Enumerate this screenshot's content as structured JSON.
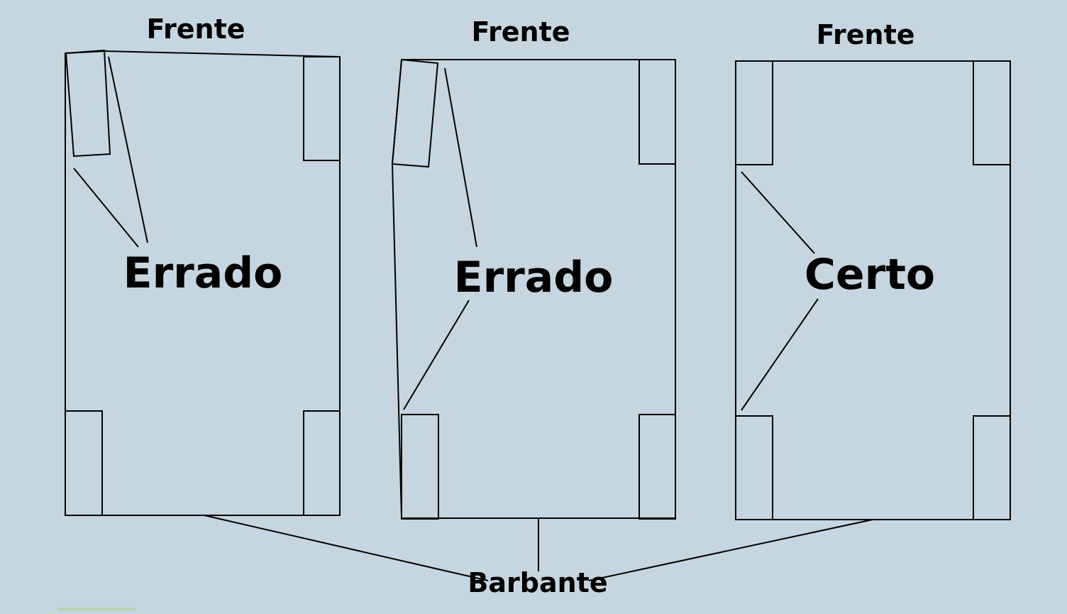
{
  "diagram": {
    "panels": [
      {
        "front_label": "Frente",
        "verdict": "Errado"
      },
      {
        "front_label": "Frente",
        "verdict": "Errado"
      },
      {
        "front_label": "Frente",
        "verdict": "Certo"
      }
    ],
    "bottom_label": "Barbante"
  },
  "colors": {
    "background": "#c6d6e0",
    "stroke": "#000000"
  }
}
